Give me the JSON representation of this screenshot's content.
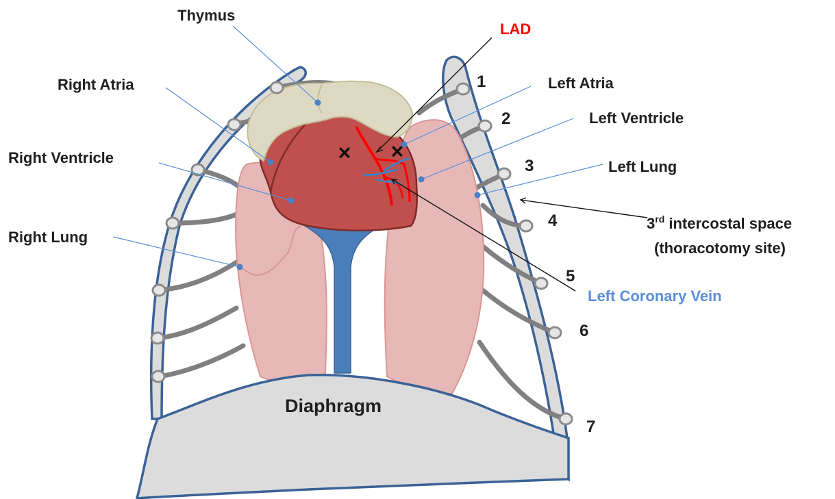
{
  "colors": {
    "heart": "#c0504d",
    "thymus": "#ddd9c3",
    "lung": "#e6b9b8",
    "vessel": "#4a7ebb",
    "lad": "#ff0000",
    "coronary_vein_label": "#5b8fd6",
    "bone": "#dcdcdc",
    "frame": "#3b6296"
  },
  "labels": {
    "thymus": "Thymus",
    "lad": "LAD",
    "right_atria": "Right Atria",
    "left_atria": "Left Atria",
    "left_ventricle": "Left Ventricle",
    "right_ventricle": "Right Ventricle",
    "left_lung": "Left Lung",
    "right_lung": "Right Lung",
    "intercostal_base": "3",
    "intercostal_sup": "rd",
    "intercostal_text": " intercostal space",
    "thoracotomy": "(thoracotomy site)",
    "left_coronary_vein": "Left Coronary Vein",
    "diaphragm": "Diaphragm"
  },
  "rib_numbers": [
    "1",
    "2",
    "3",
    "4",
    "5",
    "6",
    "7"
  ],
  "markers": [
    "×",
    "×"
  ]
}
